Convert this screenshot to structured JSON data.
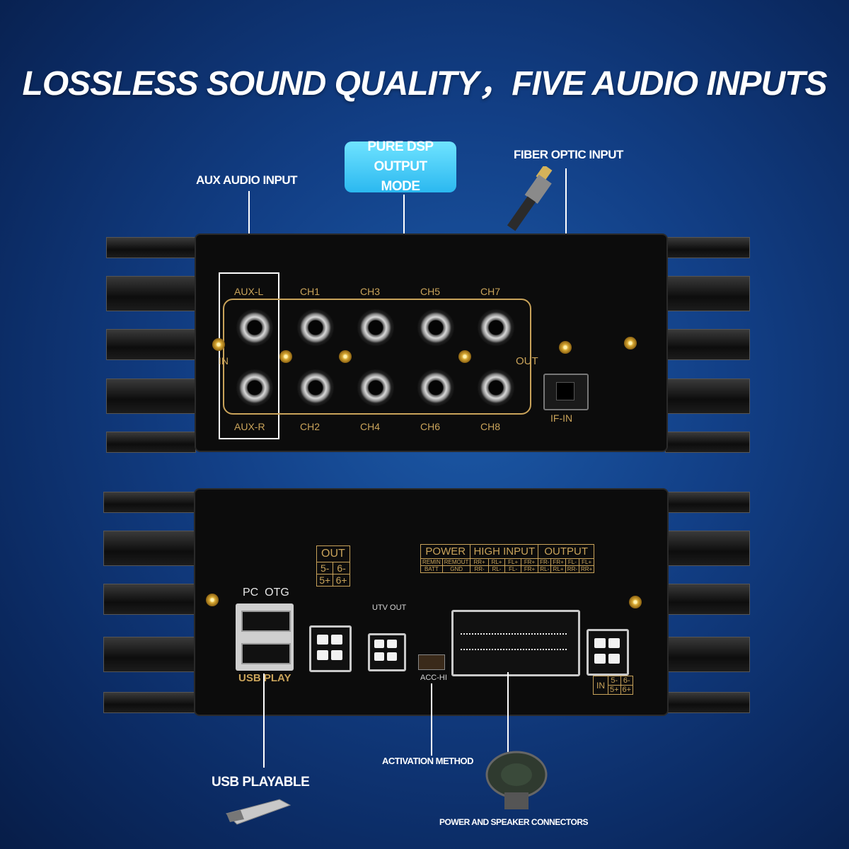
{
  "headline": "LOSSLESS SOUND QUALITY，FIVE AUDIO INPUTS",
  "callouts": {
    "aux": "AUX AUDIO INPUT",
    "dsp": "PURE DSP OUTPUT MODE",
    "fiber": "FIBER OPTIC INPUT",
    "usb": "USB PLAYABLE",
    "activation": "ACTIVATION METHOD",
    "power": "POWER AND SPEAKER CONNECTORS"
  },
  "top_panel": {
    "aux_l": "AUX-L",
    "aux_r": "AUX-R",
    "in": "IN",
    "out": "OUT",
    "if_in": "IF-IN",
    "top_channels": [
      "CH1",
      "CH3",
      "CH5",
      "CH7"
    ],
    "bottom_channels": [
      "CH2",
      "CH4",
      "CH6",
      "CH8"
    ]
  },
  "bottom_panel": {
    "pc_otg": "PC  OTG",
    "usb_play": "USB PLAY",
    "utv_out": "UTV OUT",
    "acc_hi": "ACC-HI",
    "out_table": {
      "title": "OUT",
      "rows": [
        [
          "5-",
          "6-"
        ],
        [
          "5+",
          "6+"
        ]
      ]
    },
    "in_table": {
      "title": "IN",
      "rows": [
        [
          "5-",
          "6-"
        ],
        [
          "5+",
          "6+"
        ]
      ]
    },
    "wiring": {
      "headers": [
        "POWER",
        "HIGH INPUT",
        "OUTPUT"
      ],
      "row1": [
        "REMIN",
        "REMOUT",
        "RR+",
        "RL+",
        "FL+",
        "FR+",
        "FR-",
        "FR+",
        "FL-",
        "FL+"
      ],
      "row2": [
        "BATT",
        "GND",
        "RR-",
        "RL-",
        "FL-",
        "FR+",
        "RL-",
        "RL+",
        "RR-",
        "RR+"
      ]
    }
  }
}
